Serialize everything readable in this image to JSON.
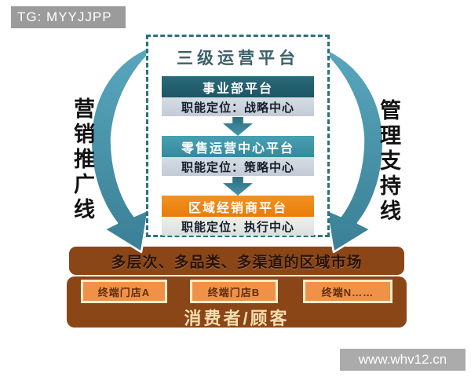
{
  "badge": {
    "text": "TG: MYYJJPP"
  },
  "watermark": {
    "text": "www.whv12.cn"
  },
  "side_labels": {
    "left": "营销推广线",
    "right": "管理支持线"
  },
  "platform": {
    "title": "三级运营平台",
    "levels": [
      {
        "name": "事业部平台",
        "role": "职能定位：战略中心",
        "bg": "linear-gradient(180deg,#2a6a79,#1d5665)",
        "sub_bg": "linear-gradient(180deg,#d6dce3,#c3cbd6)"
      },
      {
        "name": "零售运营中心平台",
        "role": "职能定位：策略中心",
        "bg": "linear-gradient(180deg,#49a0b2,#35899d)",
        "sub_bg": "linear-gradient(180deg,#d6dce3,#c3cbd6)"
      },
      {
        "name": "区域经销商平台",
        "role": "职能定位：执行中心",
        "bg": "linear-gradient(180deg,#f29222,#e87c08)",
        "sub_bg": "linear-gradient(180deg,#eff0ee,#dcdedc)"
      }
    ]
  },
  "market": {
    "title": "多层次、多品类、多渠道的区域市场",
    "terminals": [
      "终端门店A",
      "终端门店B",
      "终端N……"
    ],
    "consumer": "消费者/顾客"
  },
  "colors": {
    "arrow_light": "#5aa8be",
    "arrow_dark": "#3a7f95",
    "dashed_border": "#2c7080",
    "brown": "#8a4617",
    "terminal_bg": "#ef9248",
    "terminal_border": "#f6ecc8"
  }
}
